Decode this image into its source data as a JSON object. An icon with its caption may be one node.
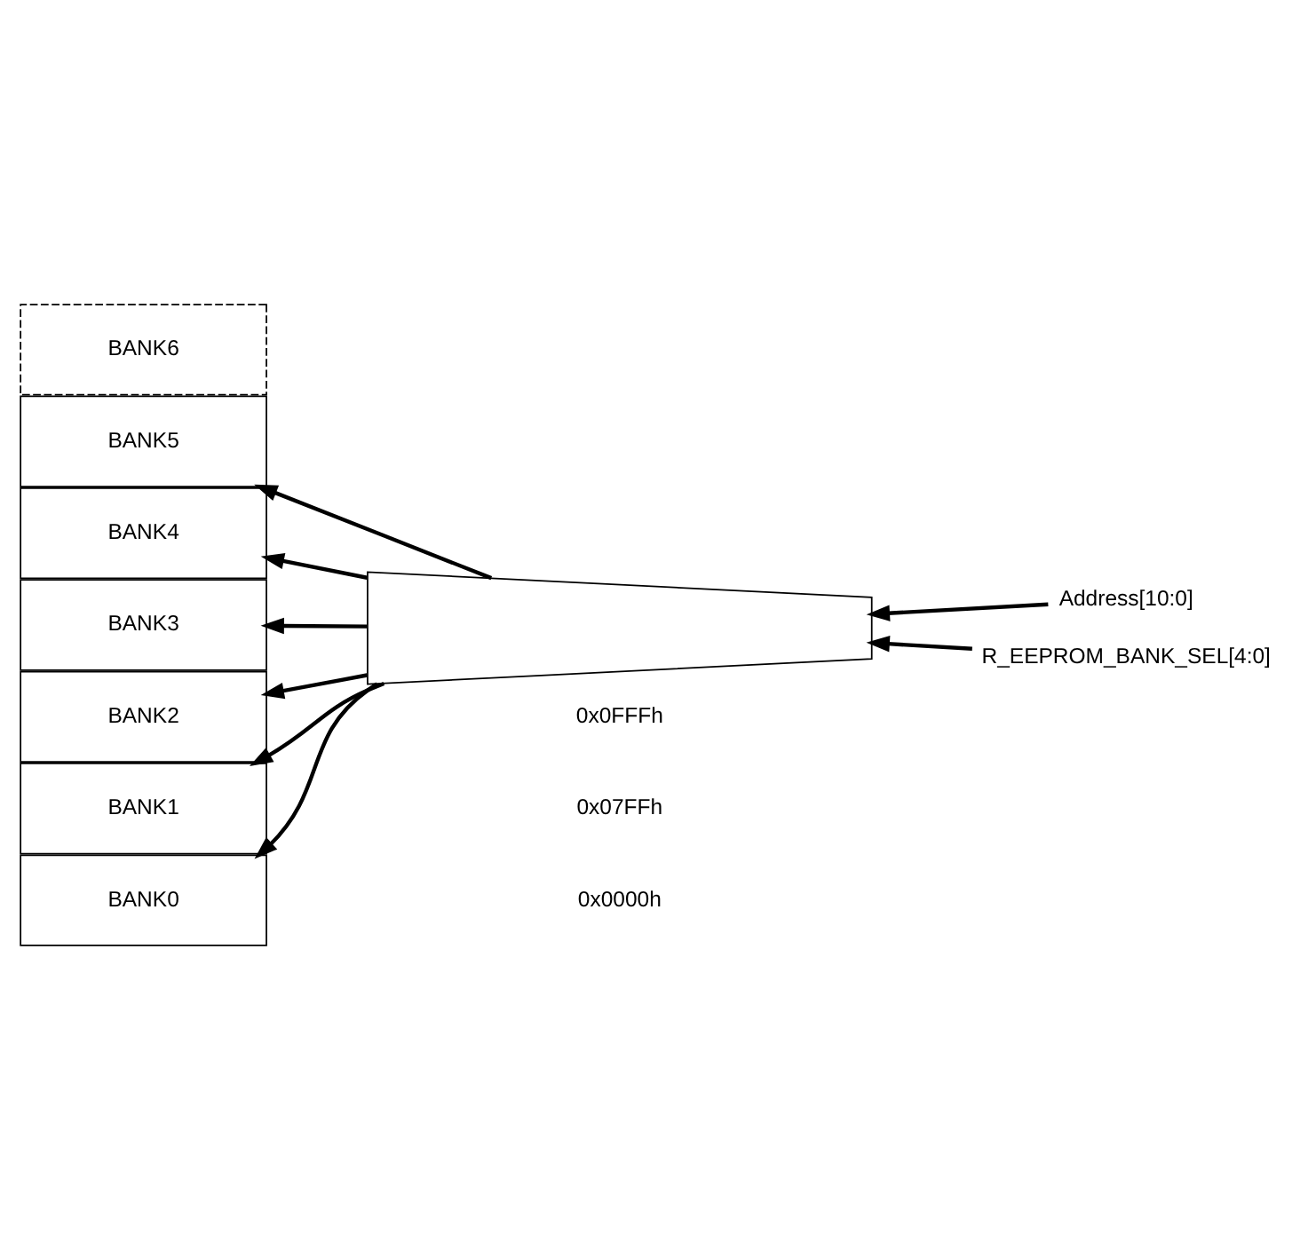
{
  "diagram": {
    "nodes": [
      {
        "text": [
          "BANK6"
        ]
      },
      {
        "text": [
          "BANK5"
        ]
      },
      {
        "text": [
          "BANK4"
        ]
      },
      {
        "text": [
          "BANK3"
        ]
      },
      {
        "text": [
          "BANK2"
        ]
      },
      {
        "text": [
          "BANK1"
        ]
      },
      {
        "text": [
          "BANK0"
        ]
      },
      {
        "text": [],
        "shape": "trapezoid"
      },
      {
        "text": [
          "Address[10:0]"
        ]
      },
      {
        "text": [
          "R_EEPROM_BANK_SEL[4:0]"
        ]
      }
    ],
    "edges": [
      {
        "from": 8,
        "to": 7,
        "arrow": "to"
      },
      {
        "from": 9,
        "to": 7,
        "arrow": "to"
      },
      {
        "from": 7,
        "to": 1,
        "arrow": "to"
      },
      {
        "from": 7,
        "to": 2,
        "arrow": "to"
      },
      {
        "from": 7,
        "to": 3,
        "arrow": "to"
      },
      {
        "from": 7,
        "to": 4,
        "arrow": "to"
      },
      {
        "from": 7,
        "to": 5,
        "arrow": "to"
      },
      {
        "from": 7,
        "to": 6,
        "arrow": "to"
      }
    ],
    "labels": [
      "0x0FFFh",
      "0x07FFh",
      "0x0000h"
    ]
  }
}
